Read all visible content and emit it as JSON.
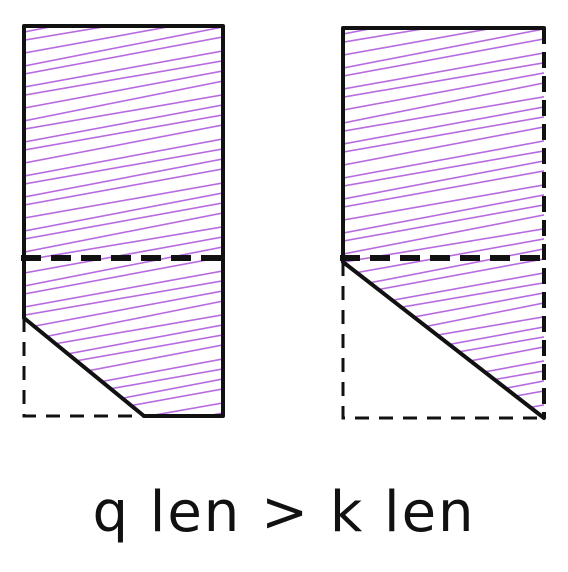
{
  "caption": "q len > k len",
  "colors": {
    "hatch": "#b86be0",
    "ink": "#111111",
    "background": "#ffffff"
  },
  "panels": [
    {
      "id": "left",
      "mask_cut": "partial-diagonal"
    },
    {
      "id": "right",
      "mask_cut": "full-diagonal"
    }
  ]
}
